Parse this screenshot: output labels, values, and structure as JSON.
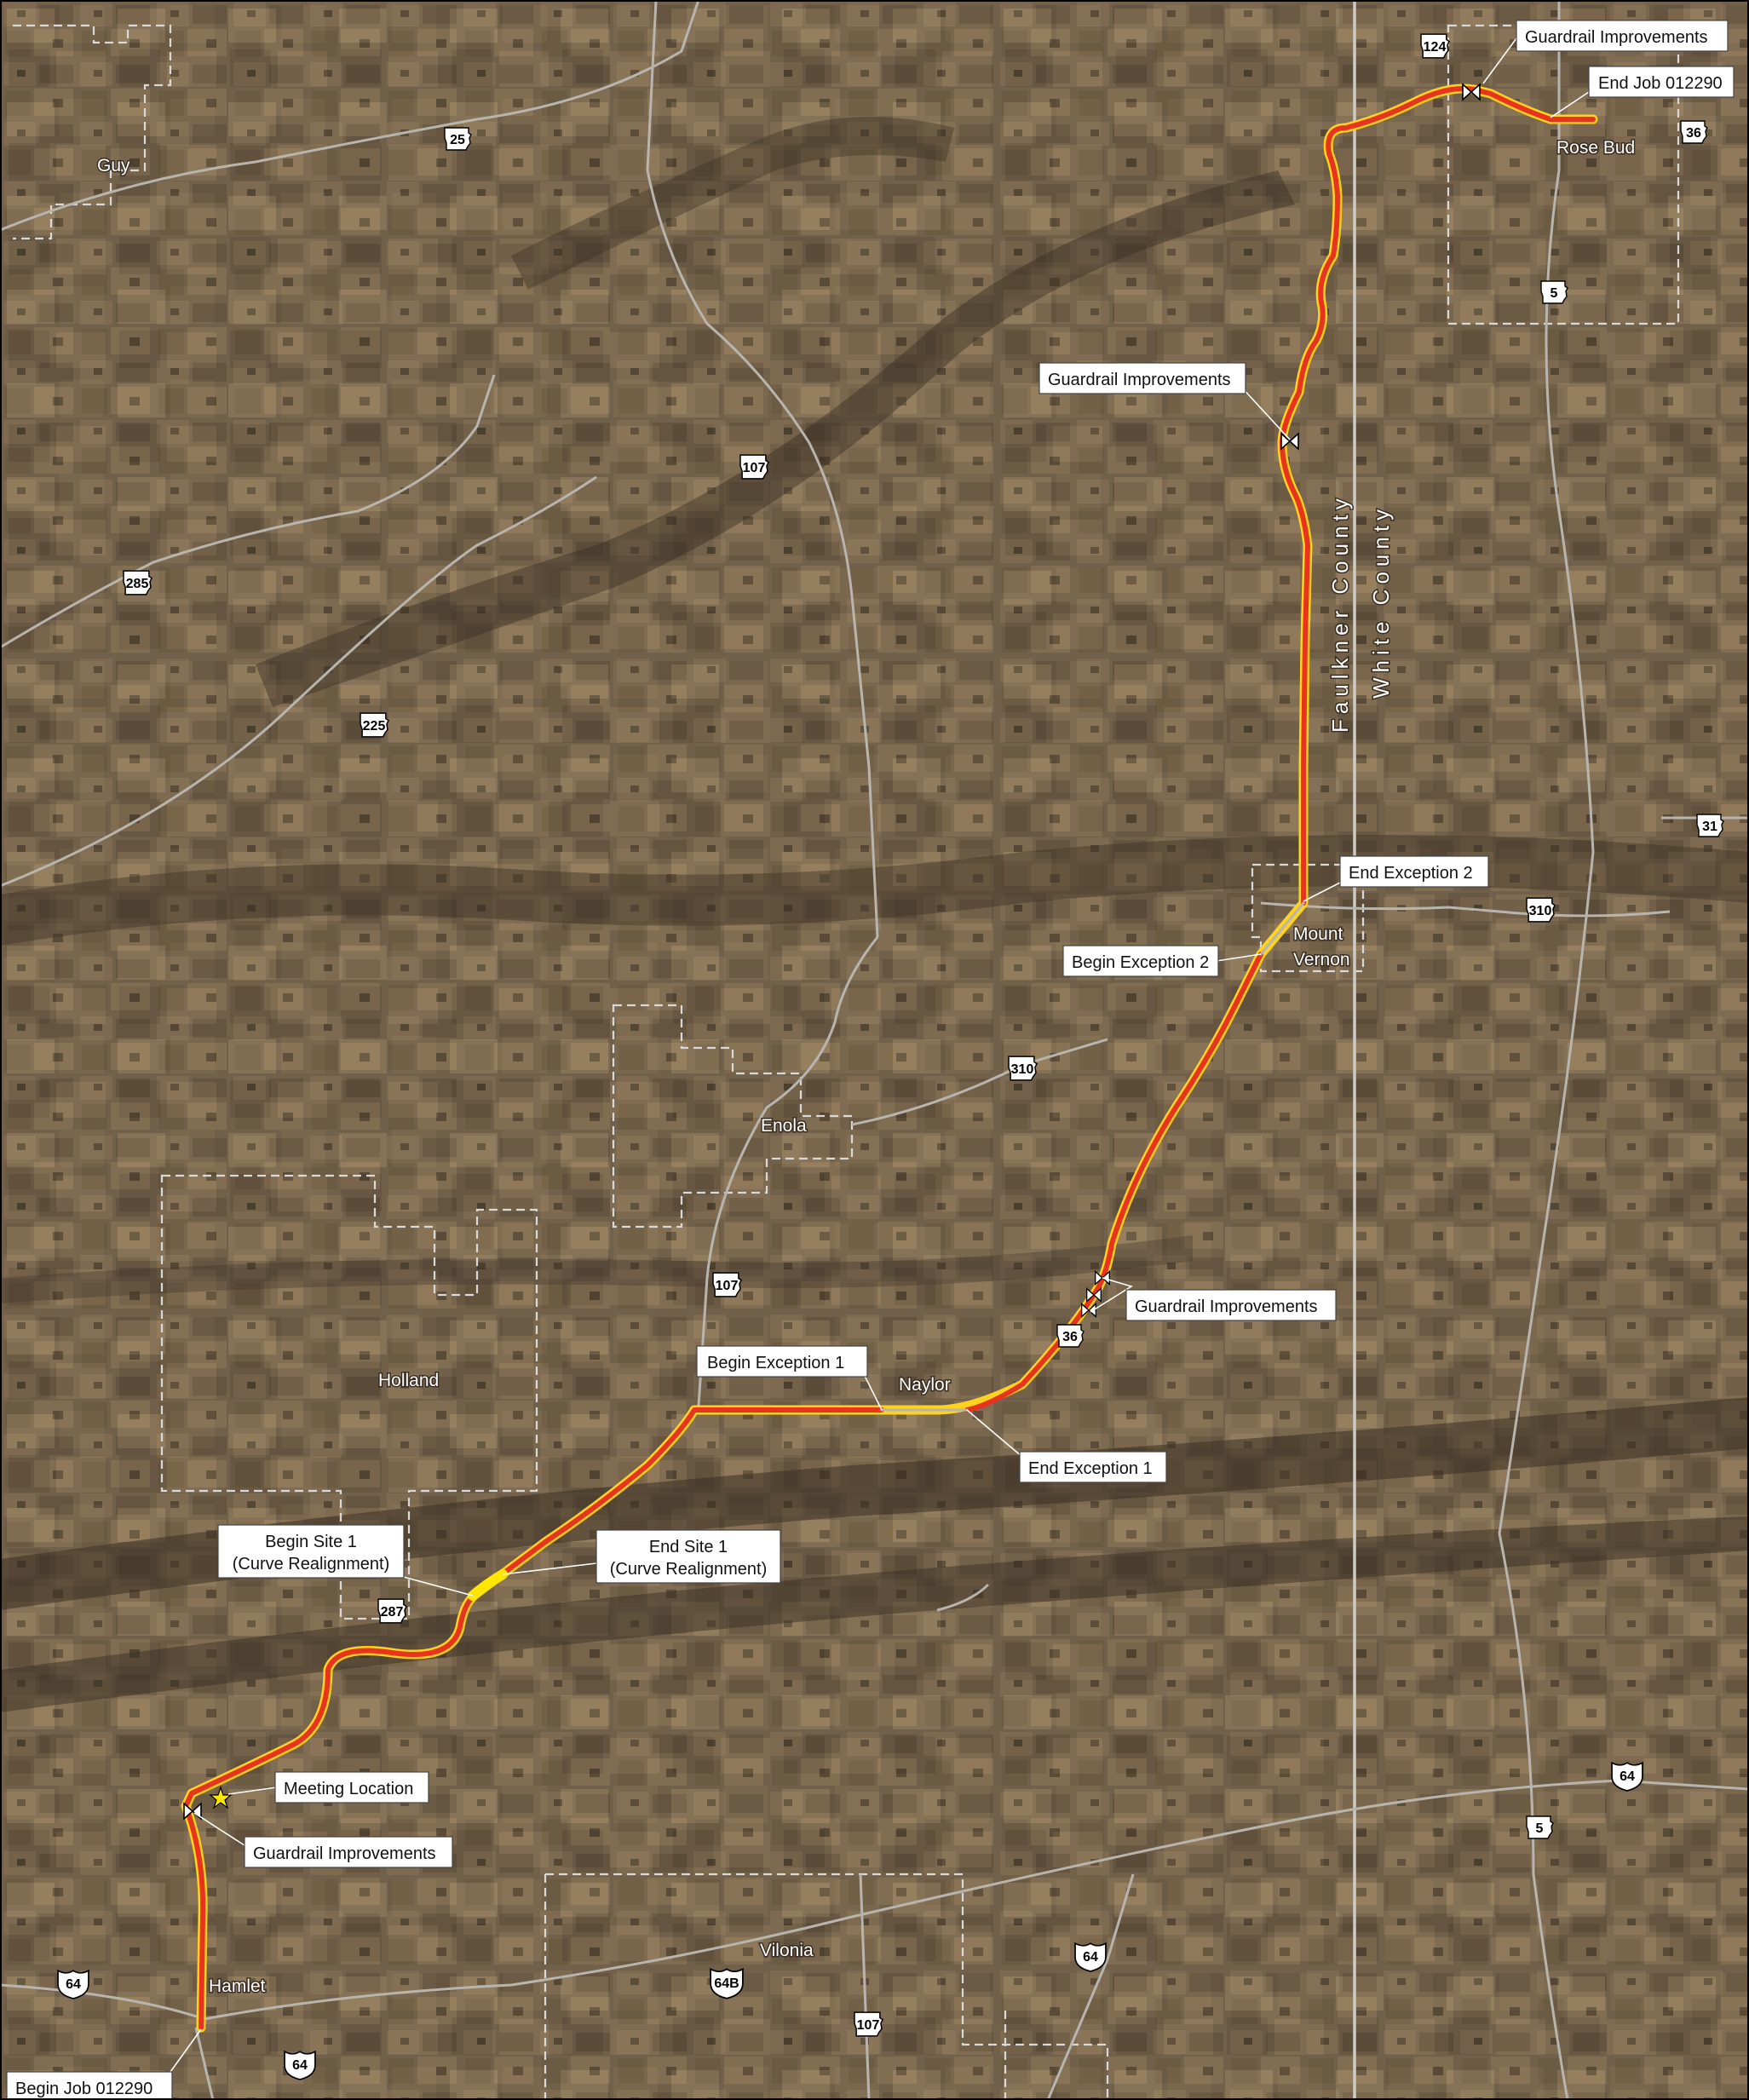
{
  "colors": {
    "terrain": "#6b5a45",
    "route_outline": "#ffd21f",
    "route": "#e8331e",
    "road": "#b8b4ae",
    "boundary": "#d9d9d9",
    "callout_bg": "#ffffff"
  },
  "places": {
    "guy": "Guy",
    "rose_bud": "Rose Bud",
    "mount_vernon_1": "Mount",
    "mount_vernon_2": "Vernon",
    "enola": "Enola",
    "holland": "Holland",
    "naylor": "Naylor",
    "vilonia": "Vilonia",
    "hamlet": "Hamlet"
  },
  "counties": {
    "west": "Faulkner County",
    "east": "White County"
  },
  "shields": {
    "s124": "124",
    "s25": "25",
    "s36_ne": "36",
    "s5_n": "5",
    "s107_n": "107",
    "s285": "285",
    "s225": "225",
    "s31": "31",
    "s310_e": "310",
    "s310_w": "310",
    "s107_m": "107",
    "s36_m": "36",
    "s287": "287",
    "s64_e": "64",
    "s5_s": "5",
    "s64_w": "64",
    "s64b": "64B",
    "s64_m": "64",
    "s107_s": "107",
    "s64_s": "64"
  },
  "callouts": {
    "guardrail_ne": "Guardrail Improvements",
    "end_job": "End Job 012290",
    "guardrail_n": "Guardrail Improvements",
    "end_exception_2": "End Exception 2",
    "begin_exception_2": "Begin Exception 2",
    "guardrail_m": "Guardrail Improvements",
    "begin_exception_1": "Begin Exception 1",
    "end_exception_1": "End Exception 1",
    "begin_site_1a": "Begin Site 1",
    "begin_site_1b": "(Curve Realignment)",
    "end_site_1a": "End Site 1",
    "end_site_1b": "(Curve Realignment)",
    "meeting_location": "Meeting Location",
    "guardrail_s": "Guardrail Improvements",
    "begin_job": "Begin Job 012290"
  },
  "icons": {
    "meeting": "star-icon",
    "guardrail": "bowtie-marker-icon",
    "state_shield": "arkansas-shield-icon",
    "us_shield": "us-route-shield-icon"
  }
}
